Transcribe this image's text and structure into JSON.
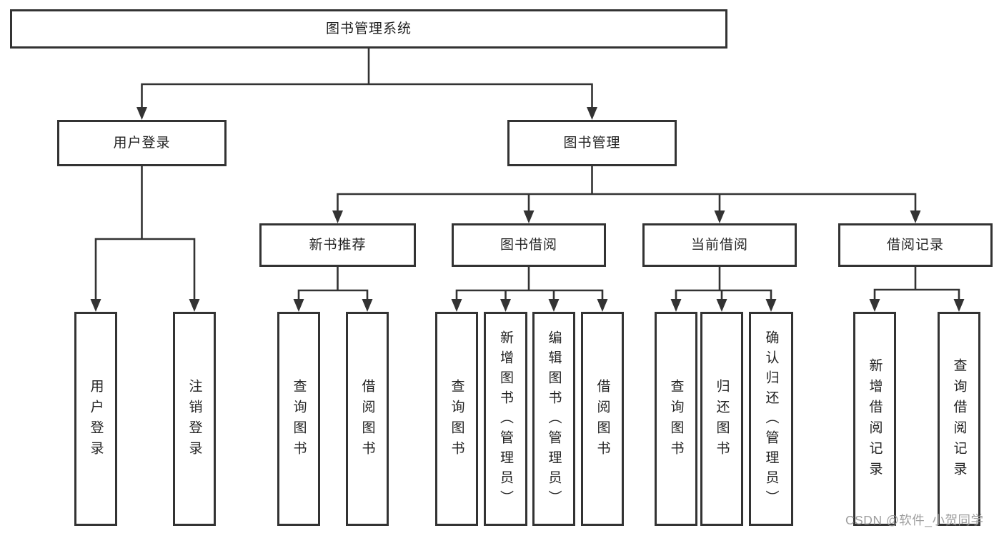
{
  "diagram": {
    "title": "图书管理系统",
    "nodes": [
      {
        "id": "system",
        "level": 1,
        "label": "图书管理系统"
      },
      {
        "id": "user-login",
        "level": 2,
        "label": "用户登录"
      },
      {
        "id": "book-mgmt",
        "level": 2,
        "label": "图书管理"
      },
      {
        "id": "new-book-rec",
        "level": 3,
        "label": "新书推荐"
      },
      {
        "id": "book-borrow",
        "level": 3,
        "label": "图书借阅"
      },
      {
        "id": "current-borrow",
        "level": 3,
        "label": "当前借阅"
      },
      {
        "id": "borrow-records",
        "level": 3,
        "label": "借阅记录"
      },
      {
        "id": "ul-login",
        "level": 4,
        "label": "用户登录"
      },
      {
        "id": "ul-logout",
        "level": 4,
        "label": "注销登录"
      },
      {
        "id": "nbr-query",
        "level": 4,
        "label": "查询图书"
      },
      {
        "id": "nbr-borrow",
        "level": 4,
        "label": "借阅图书"
      },
      {
        "id": "bb-query",
        "level": 4,
        "label": "查询图书"
      },
      {
        "id": "bb-add",
        "level": 4,
        "label": "新增图书（管理员）"
      },
      {
        "id": "bb-edit",
        "level": 4,
        "label": "编辑图书（管理员）"
      },
      {
        "id": "bb-borrow",
        "level": 4,
        "label": "借阅图书"
      },
      {
        "id": "cb-query",
        "level": 4,
        "label": "查询图书"
      },
      {
        "id": "cb-return",
        "level": 4,
        "label": "归还图书"
      },
      {
        "id": "cb-confirm",
        "level": 4,
        "label": "确认归还（管理员）"
      },
      {
        "id": "br-add",
        "level": 4,
        "label": "新增借阅记录"
      },
      {
        "id": "br-query",
        "level": 4,
        "label": "查询借阅记录"
      }
    ],
    "edges": [
      [
        "system",
        "user-login"
      ],
      [
        "system",
        "book-mgmt"
      ],
      [
        "user-login",
        "ul-login"
      ],
      [
        "user-login",
        "ul-logout"
      ],
      [
        "book-mgmt",
        "new-book-rec"
      ],
      [
        "book-mgmt",
        "book-borrow"
      ],
      [
        "book-mgmt",
        "current-borrow"
      ],
      [
        "book-mgmt",
        "borrow-records"
      ],
      [
        "new-book-rec",
        "nbr-query"
      ],
      [
        "new-book-rec",
        "nbr-borrow"
      ],
      [
        "book-borrow",
        "bb-query"
      ],
      [
        "book-borrow",
        "bb-add"
      ],
      [
        "book-borrow",
        "bb-edit"
      ],
      [
        "book-borrow",
        "bb-borrow"
      ],
      [
        "current-borrow",
        "cb-query"
      ],
      [
        "current-borrow",
        "cb-return"
      ],
      [
        "current-borrow",
        "cb-confirm"
      ],
      [
        "borrow-records",
        "br-add"
      ],
      [
        "borrow-records",
        "br-query"
      ]
    ],
    "line_color": "#333333",
    "box_background": "#ffffff",
    "text_color": "#222222"
  },
  "watermark": {
    "text": "CSDN @软件_小贺同学"
  }
}
